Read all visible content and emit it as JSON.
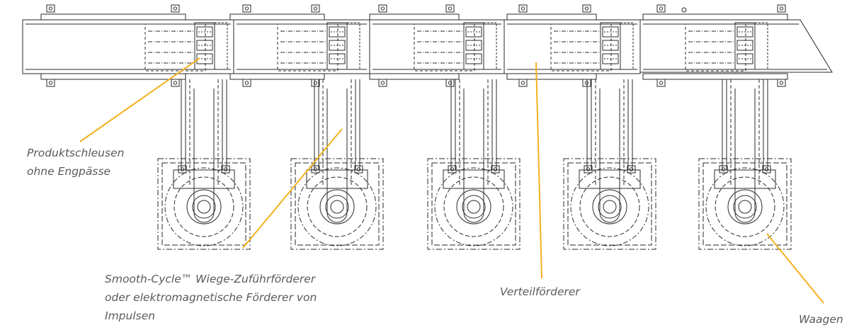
{
  "labels": {
    "product_gates": [
      "Produktschleusen",
      "ohne Engpässe"
    ],
    "feeder": [
      "Smooth-Cycle™ Wiege-Zuführförderer",
      "oder elektromagnetische Förderer von",
      "Impulsen"
    ],
    "distribution_conveyor": "Verteilförderer",
    "scales": "Waagen"
  },
  "colors": {
    "drawing": "#2a2a2a",
    "leader": "#f2b01e",
    "text": "#5a5a5a"
  },
  "stations": 5
}
